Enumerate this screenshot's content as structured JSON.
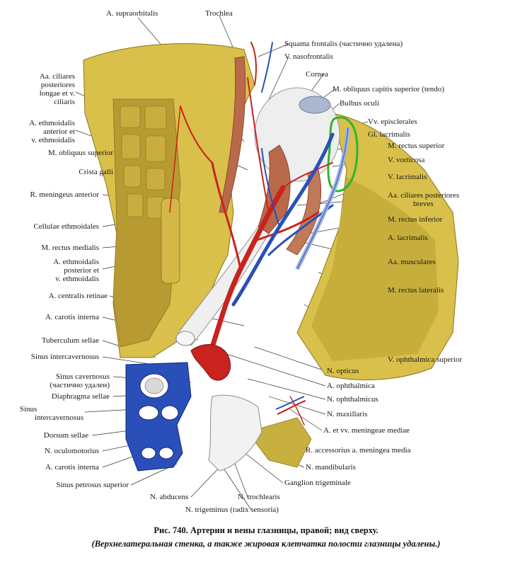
{
  "labels_top": {
    "supraorbitalis": "A. supraorbitalis",
    "trochlea": "Trochlea",
    "squama": "Squama frontalis (частично удалена)",
    "nasofrontalis": "V. nasofrontalis",
    "cornea": "Cornea",
    "obliquus_capitis": "M. obliquus capitis superior (tendo)",
    "bulbus": "Bulbus oculi"
  },
  "labels_left": [
    "Aa. ciliares",
    "posteriores",
    "longae et v.",
    "ciliaris",
    "A. ethmoidalis",
    "anterior et",
    "v. ethmoidalis",
    "M. obliquus superior",
    "Crista galli",
    "R. meningeus anterior",
    "Cellulae ethmoidales",
    "M. rectus medialis",
    "A. ethmoidalis",
    "posterior et",
    "v. ethmoidalis",
    "A. centralis retinae",
    "A. carotis interna",
    "Tuberculum sellae",
    "Sinus intercavernosus",
    "Sinus cavernosus",
    "(частично удален)",
    "Diaphragma sellae",
    "Sinus",
    "intercavernosus",
    "Dorsum sellae",
    "N. oculomotorius",
    "A. carotis interna",
    "Sinus petrosus superior"
  ],
  "labels_right": [
    "Vv. episclerales",
    "Gl. lacrimalis",
    "M. rectus superior",
    "V. vorticosa",
    "V. lacrimalis",
    "Aa. ciliares posteriores",
    "breves",
    "M. rectus inferior",
    "A. lacrimalis",
    "Aa. musculares",
    "M. rectus lateralis",
    "V. ophthalmica superior"
  ],
  "labels_bottom": [
    "N. opticus",
    "A. ophthalmica",
    "N. ophthalmicus",
    "N. maxillaris",
    "A. et vv. meningeae mediae",
    "R. accessorius a. meningea media",
    "N. mandibularis",
    "Ganglion trigeminale",
    "N. abducens",
    "N. trochlearis",
    "N. trigeminus (radix sensoria)"
  ],
  "caption": {
    "title": "Рис. 740. Артерии и вены глазницы, правой; вид сверху.",
    "subtitle": "(Верхнелатеральная стенка, а также жировая клетчатка полости глазницы удалены.)"
  },
  "colors": {
    "bone": "#d8c04a",
    "bone_shadow": "#a88f2c",
    "artery": "#c8231e",
    "vein": "#2a4fb8",
    "nerve": "#eeeeee",
    "muscle": "#b86a4a",
    "gland_outline": "#2fb52f"
  }
}
